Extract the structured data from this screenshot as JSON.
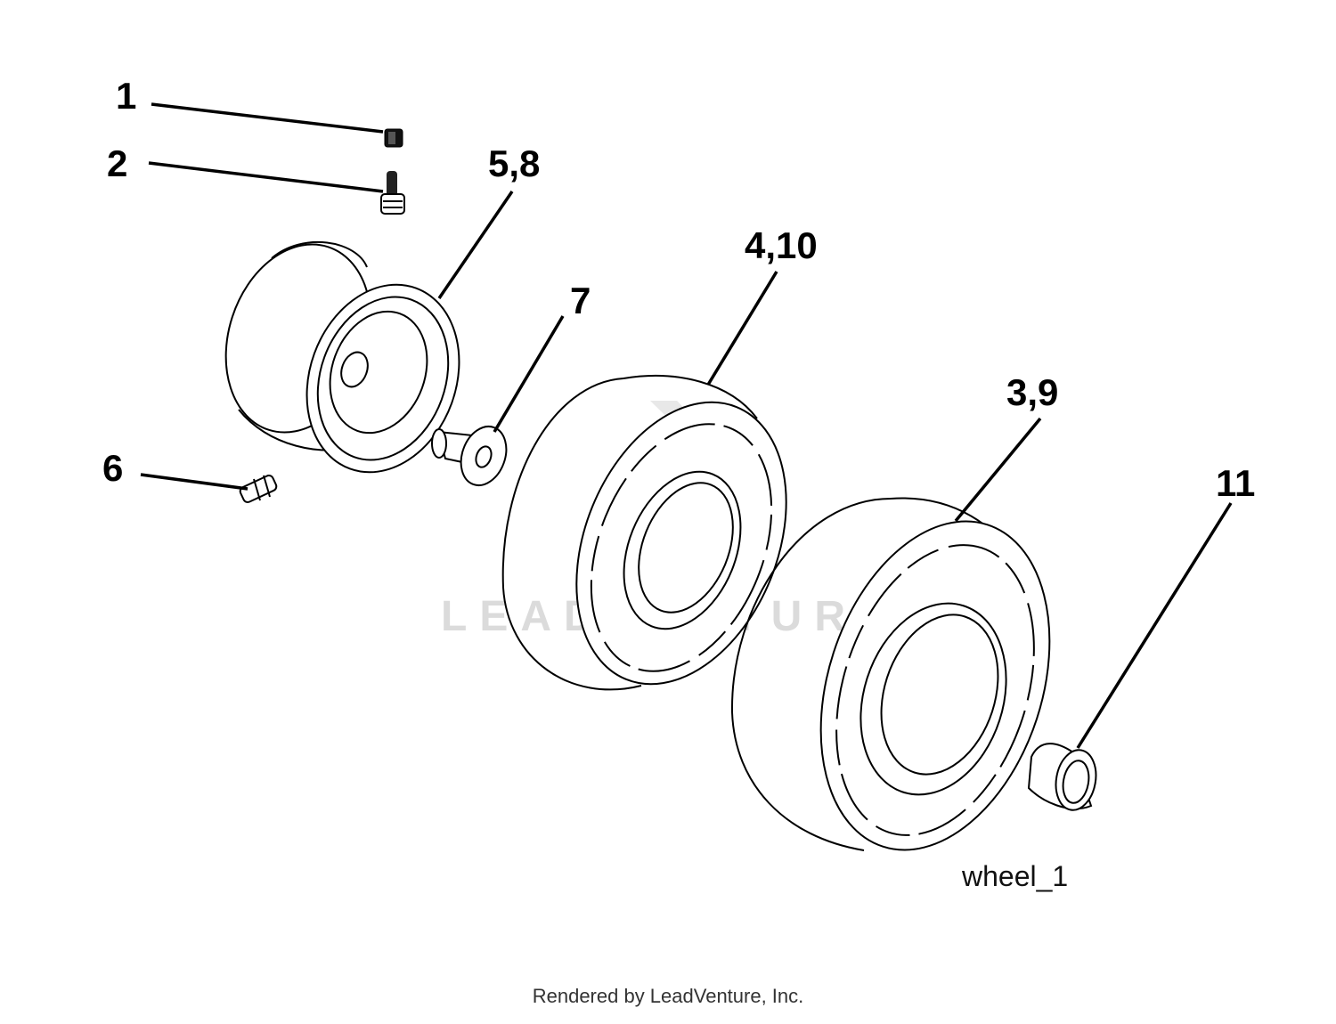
{
  "callouts": {
    "c1": "1",
    "c2": "2",
    "c58": "5,8",
    "c6": "6",
    "c7": "7",
    "c410": "4,10",
    "c39": "3,9",
    "c11": "11"
  },
  "figure_id": "wheel_1",
  "watermark": "LEADVENTURE",
  "footer": "Rendered by LeadVenture, Inc."
}
